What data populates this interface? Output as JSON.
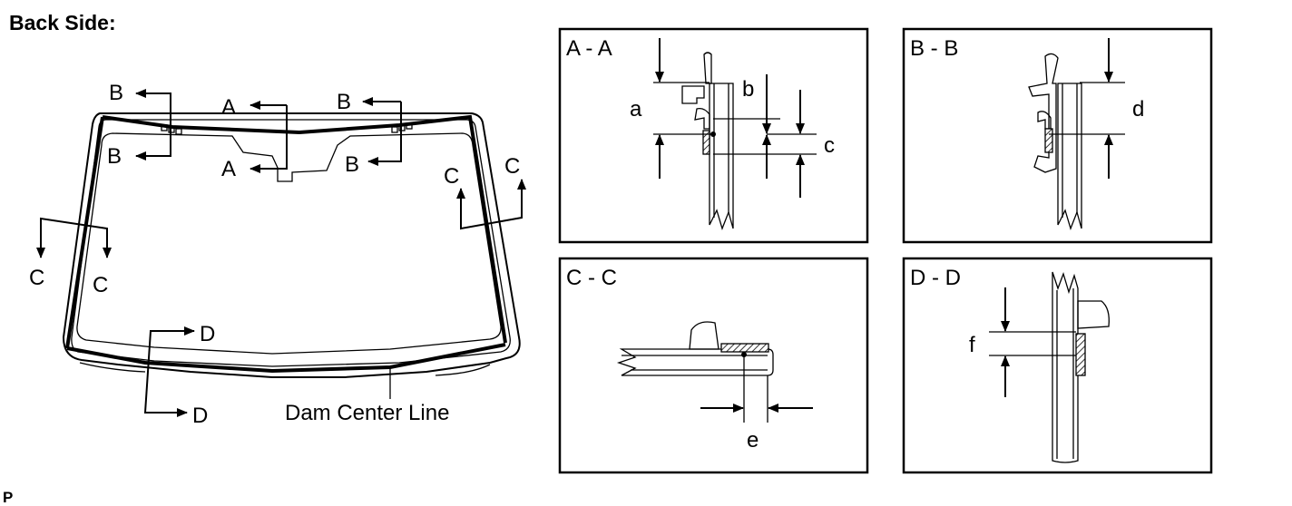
{
  "title": "Back Side:",
  "footer_code": "P",
  "dam_center_line_label": "Dam Center Line",
  "section_markers": {
    "a": "A",
    "b": "B",
    "c": "C",
    "d": "D"
  },
  "panels": {
    "aa": {
      "title": "A - A",
      "dims": [
        "a",
        "b",
        "c"
      ]
    },
    "bb": {
      "title": "B - B",
      "dims": [
        "d"
      ]
    },
    "cc": {
      "title": "C - C",
      "dims": [
        "e"
      ]
    },
    "dd": {
      "title": "D - D",
      "dims": [
        "f"
      ]
    }
  }
}
